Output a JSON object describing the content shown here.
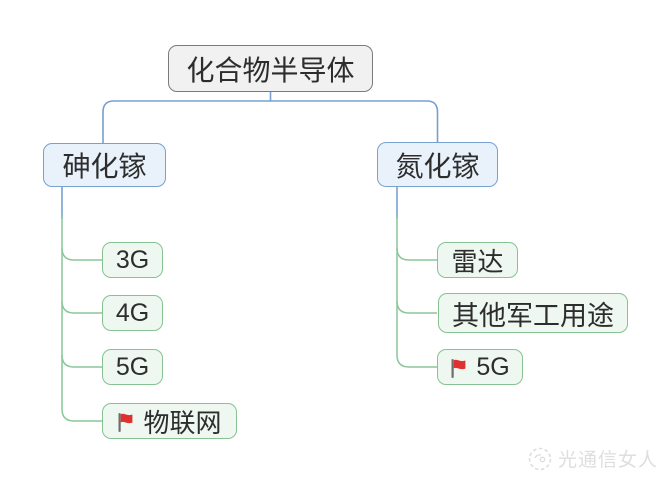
{
  "diagram": {
    "root": {
      "label": "化合物半导体"
    },
    "left_branch": {
      "label": "砷化镓",
      "children": [
        {
          "label": "3G"
        },
        {
          "label": "4G"
        },
        {
          "label": "5G"
        },
        {
          "label": "物联网",
          "flagged": true
        }
      ]
    },
    "right_branch": {
      "label": "氮化镓",
      "children": [
        {
          "label": "雷达"
        },
        {
          "label": "其他军工用途"
        },
        {
          "label": "5G",
          "flagged": true
        }
      ]
    }
  },
  "colors": {
    "root_fill": "#f1f1f1",
    "root_border": "#7b7b7b",
    "branch_fill": "#e9f1fb",
    "branch_border": "#78a0d0",
    "leaf_fill": "#eef7f0",
    "leaf_border": "#86c292",
    "blue_connector": "#76a0d0",
    "green_connector": "#8ac79a",
    "flag_red": "#e03131"
  },
  "watermark": {
    "text": "光通信女人"
  }
}
